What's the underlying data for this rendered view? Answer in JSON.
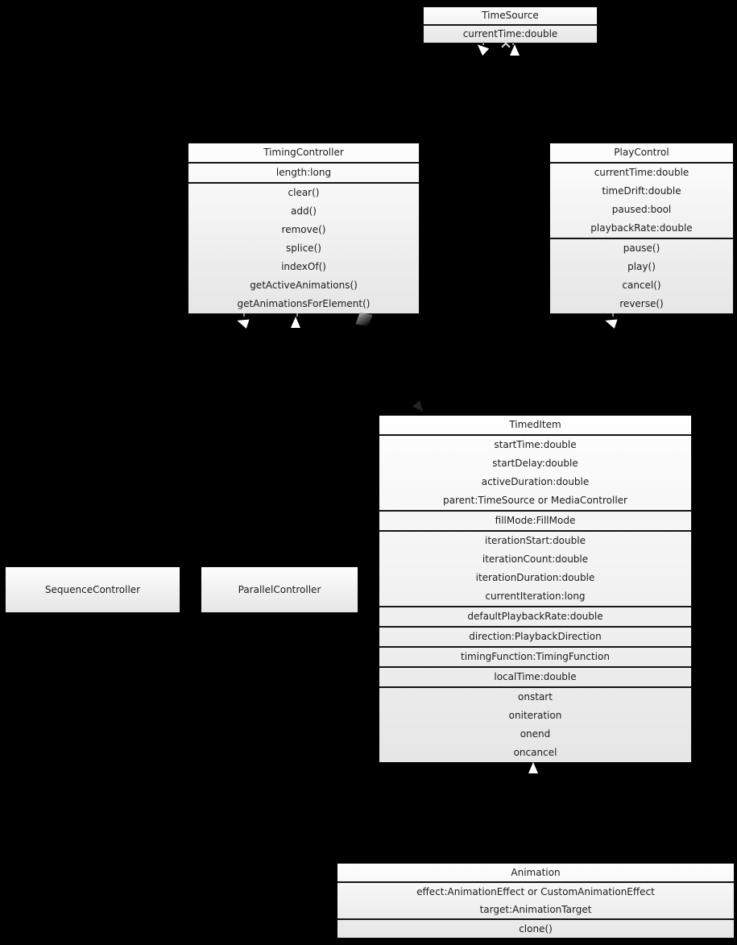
{
  "diagram": {
    "background_color": "#000000",
    "box_fill_top": "#fefefe",
    "box_fill_bottom": "#e6e6e6",
    "box_border_color": "#0a0a0a",
    "text_color": "#1b1b1b",
    "arrow_color": "#ffffff",
    "aggregation_glyph_color": "#6a6a6a"
  },
  "classes": {
    "time_source": {
      "title": "TimeSource",
      "attributes": [
        "currentTime:double"
      ]
    },
    "timing_controller": {
      "title": "TimingController",
      "attributes": [
        "length:long"
      ],
      "methods": [
        "clear()",
        "add()",
        "remove()",
        "splice()",
        "indexOf()",
        "getActiveAnimations()",
        "getAnimationsForElement()"
      ]
    },
    "play_control": {
      "title": "PlayControl",
      "attributes": [
        "currentTime:double",
        "timeDrift:double",
        "paused:bool",
        "playbackRate:double"
      ],
      "methods": [
        "pause()",
        "play()",
        "cancel()",
        "reverse()"
      ]
    },
    "timed_item": {
      "title": "TimedItem",
      "sections": [
        [
          "startTime:double",
          "startDelay:double",
          "activeDuration:double",
          "parent:TimeSource or MediaController"
        ],
        [
          "fillMode:FillMode"
        ],
        [
          "iterationStart:double",
          "iterationCount:double",
          "iterationDuration:double",
          "currentIteration:long"
        ],
        [
          "defaultPlaybackRate:double"
        ],
        [
          "direction:PlaybackDirection"
        ],
        [
          "timingFunction:TimingFunction"
        ],
        [
          "localTime:double"
        ],
        [
          "onstart",
          "oniteration",
          "onend",
          "oncancel"
        ]
      ]
    },
    "sequence_controller": {
      "title": "SequenceController"
    },
    "parallel_controller": {
      "title": "ParallelController"
    },
    "animation": {
      "title": "Animation",
      "attributes": [
        "effect:AnimationEffect or CustomAnimationEffect",
        "target:AnimationTarget"
      ],
      "methods": [
        "clone()"
      ]
    }
  },
  "connectors": [
    {
      "name": "arrow-to-timesource-nw",
      "type": "inheritance-arrowhead"
    },
    {
      "name": "arrow-to-timesource-caret",
      "type": "open-arrowhead"
    },
    {
      "name": "arrow-to-timesource-up",
      "type": "inheritance-arrowhead"
    },
    {
      "name": "arrow-to-timingcontroller-left",
      "type": "inheritance-arrowhead"
    },
    {
      "name": "arrow-to-timingcontroller-up",
      "type": "inheritance-arrowhead"
    },
    {
      "name": "aggregation-diamond-timingcontroller",
      "type": "aggregation-diamond"
    },
    {
      "name": "arrow-to-playcontrol-left",
      "type": "inheritance-arrowhead"
    },
    {
      "name": "arrow-to-timeditem-dark",
      "type": "inheritance-arrowhead-dark"
    },
    {
      "name": "arrow-to-timeditem-up",
      "type": "inheritance-arrowhead"
    }
  ]
}
